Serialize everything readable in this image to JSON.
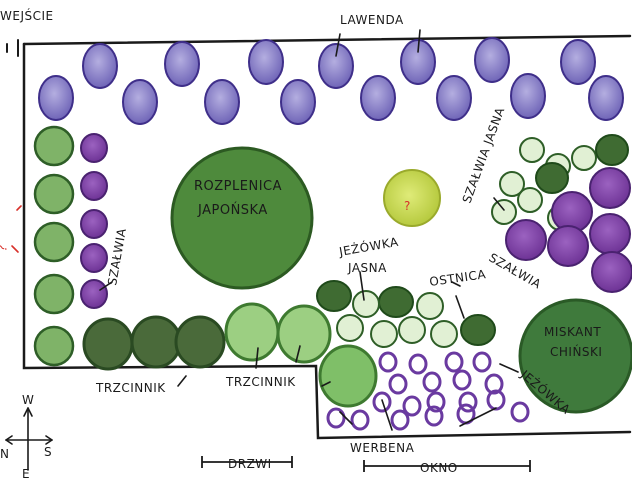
{
  "labels": {
    "wejscie": "WEJŚCIE",
    "lawenda": "LAWENDA",
    "rozplenica_line1": "ROZPLENICA",
    "rozplenica_line2": "JAPOŃSKA",
    "szalwia_jasna_right": "SZAŁWIA JASNA",
    "szalwia_right": "SZAŁWIA",
    "szalwia_left": "SZAŁWIA",
    "jezowka_jasna_line1": "JEŻÓWKA",
    "jezowka_jasna_line2": "JASNA",
    "ostnica": "OSTNICA",
    "miskant_line1": "MISKANT",
    "miskant_line2": "CHIŃSKI",
    "jezowka": "JEŻÓWKA",
    "trzcinnik_left": "TRZCINNIK",
    "trzcinnik_right": "TRZCINNIK",
    "werbena": "WERBENA",
    "drzwi": "DRZWI",
    "okno": "OKNO",
    "question_mark": "?",
    "question_left": "?"
  },
  "compass": {
    "north": "N",
    "west": "W",
    "east": "E",
    "south": "S"
  },
  "colors": {
    "lavender": "#8479c4",
    "lavender_stroke": "#3f2f8a",
    "dark_green": "#3f6b32",
    "green": "#4e8a3c",
    "light_green": "#9ccf82",
    "pale_green": "#e1f0d4",
    "pale_green_stroke": "#2e5e27",
    "purple": "#7a3fa0",
    "red": "#d8312b",
    "yellow_green": "#c4d84e"
  }
}
